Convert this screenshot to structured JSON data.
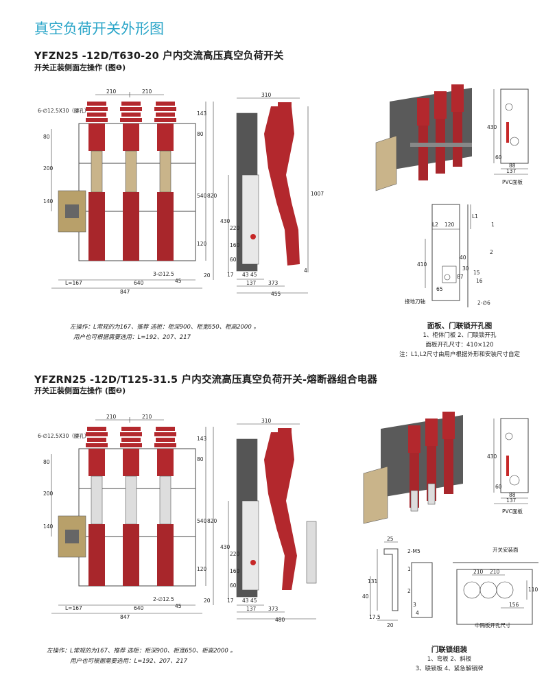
{
  "page_title": "真空负荷开关外形图",
  "section1": {
    "title": "YFZN25 -12D/T630-20  户内交流高压真空负荷开关",
    "subtitle": "开关正装侧面左操作 (图❶)",
    "note_line1": "左操作：L常规的为167、推荐 选柜：柜深900、柜宽650、柜高2000 。",
    "note_line2": "用户也可根据需要选用：L=192、207、217",
    "front_dims": {
      "top_left": "210",
      "top_right": "210",
      "hole_label": "6-∅12.5X30（腰孔）",
      "left_80": "80",
      "left_200": "200",
      "left_140": "140",
      "right_143": "143",
      "right_80": "80",
      "right_540": "540",
      "right_820": "820",
      "right_120": "120",
      "right_20": "20",
      "bottom_L": "L=167",
      "bottom_640": "640",
      "bottom_847": "847",
      "bottom_3": "3-∅12.5",
      "bottom_45": "45"
    },
    "side_dims": {
      "top": "310",
      "right_1007": "1007",
      "left_430": "430",
      "left_220": "220",
      "left_160": "160",
      "left_60": "60",
      "bottom_17": "17",
      "bottom_43": "43",
      "bottom_45": "45",
      "bottom_137": "137",
      "bottom_373": "373",
      "bottom_455": "455",
      "bottom_4": "4"
    },
    "pvc_dims": {
      "h_430": "430",
      "w_88": "88",
      "w_137": "137",
      "h_60": "60",
      "label": "PVC面板"
    },
    "cutout_dims": {
      "L2": "L2",
      "w120": "120",
      "L1": "L1",
      "h410": "410",
      "d40": "40",
      "d30": "30",
      "d15": "15",
      "d87": "87",
      "d16": "16",
      "d65": "65",
      "c1": "1",
      "c2": "2",
      "holes": "2-∅6",
      "axis": "接地刀轴"
    },
    "caption": {
      "title": "面板、门联锁开孔图",
      "line1": "1、柜体门板  2、门联锁开孔",
      "line2": "面板开孔尺寸：410×120",
      "line3": "注：L1,L2尺寸由用户根据外形和安装尺寸自定"
    }
  },
  "section2": {
    "title": "YFZRN25 -12D/T125-31.5  户内交流高压真空负荷开关-熔断器组合电器",
    "subtitle": "开关正装侧面左操作 (图❷)",
    "note_line1": "左操作：L常规的为167、推荐 选柜：柜深900、柜宽650、柜高2000 。",
    "note_line2": "用户也可根据需要选用：L=192、207、217",
    "front_dims": {
      "top_left": "210",
      "top_right": "210",
      "hole_label": "6-∅12.5X30（腰孔）",
      "left_80": "80",
      "left_200": "200",
      "left_140": "140",
      "right_143": "143",
      "right_80": "80",
      "right_540": "540",
      "right_820": "820",
      "right_120": "120",
      "right_20": "20",
      "bottom_L": "L=167",
      "bottom_640": "640",
      "bottom_847": "847",
      "bottom_3": "2-∅12.5",
      "bottom_45": "45"
    },
    "side_dims": {
      "top": "310",
      "left_430": "430",
      "left_220": "220",
      "left_160": "160",
      "left_60": "60",
      "bottom_17": "17",
      "bottom_43": "43",
      "bottom_45": "45",
      "bottom_137": "137",
      "bottom_373": "373",
      "bottom_480": "480"
    },
    "pvc_dims": {
      "h_430": "430",
      "w_88": "88",
      "w_137": "137",
      "h_60": "60",
      "label": "PVC面板"
    },
    "lock_dims": {
      "d25": "25",
      "m5": "2-M5",
      "d131": "131",
      "d40": "40",
      "d17": "17.5",
      "d20": "20",
      "p1": "1",
      "p2": "2",
      "p3": "3",
      "p4": "4"
    },
    "mount_dims": {
      "label": "开关安装面",
      "w210a": "210",
      "w210b": "210",
      "h110": "110",
      "d156": "156",
      "bottom_label": "中隔板开孔尺寸"
    },
    "caption": {
      "title": "门联锁组装",
      "line1": "1、弯板      2、斜板",
      "line2": "3、联锁板  4、紧急解锁牌"
    }
  },
  "colors": {
    "title_blue": "#2aa5c8",
    "insulator_red": "#b3282d",
    "frame_gray": "#4a4a4a"
  }
}
